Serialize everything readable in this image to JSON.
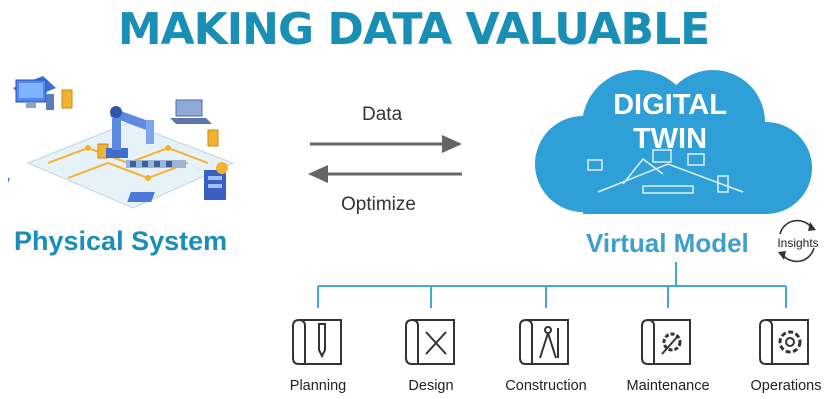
{
  "title": "MAKING DATA VALUABLE",
  "physical": {
    "label": "Physical System"
  },
  "flow": {
    "data_label": "Data",
    "optimize_label": "Optimize"
  },
  "cloud": {
    "line1": "DIGITAL",
    "line2": "TWIN"
  },
  "virtual": {
    "label": "Virtual Model"
  },
  "insights": {
    "label": "Insights"
  },
  "stages": [
    {
      "label": "Planning"
    },
    {
      "label": "Design"
    },
    {
      "label": "Construction"
    },
    {
      "label": "Maintenance"
    },
    {
      "label": "Operations"
    }
  ],
  "colors": {
    "brand": "#1a8fb6",
    "cloud": "#2f9fd8",
    "line": "#46a7d6",
    "arrow": "#666666"
  },
  "icons": [
    "computer-icon",
    "laptop-icon",
    "robot-arm-icon",
    "server-icon",
    "cycle-icon",
    "pen-blueprint-icon",
    "ruler-pencil-icon",
    "compass-icon",
    "gear-wrench-icon",
    "settings-gear-icon"
  ]
}
